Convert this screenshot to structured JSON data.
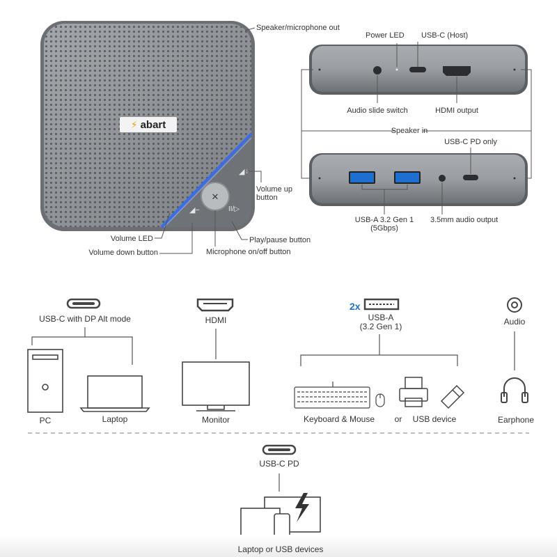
{
  "brand": {
    "name": "abart",
    "mark": "⚡"
  },
  "speaker_labels": {
    "speaker_mic_out": "Speaker/microphone out",
    "volume_up": "Volume up button",
    "volume_led": "Volume LED",
    "volume_down": "Volume down button",
    "play_pause": "Play/pause button",
    "mic_toggle": "Microphone on/off button"
  },
  "dock_labels": {
    "power_led": "Power LED",
    "usbc_host": "USB-C (Host)",
    "audio_switch": "Audio slide switch",
    "hdmi_output": "HDMI output",
    "speaker_in": "Speaker in",
    "usbc_pd_only": "USB-C PD only",
    "usba_line1": "USB-A 3.2 Gen 1",
    "usba_line2": "(5Gbps)",
    "audio_output": "3.5mm audio output"
  },
  "connections": {
    "usbc_dp": "USB-C with DP Alt mode",
    "pc": "PC",
    "laptop": "Laptop",
    "hdmi": "HDMI",
    "monitor": "Monitor",
    "usba_count": "2x",
    "usba": "USB-A",
    "usba_gen": "(3.2 Gen 1)",
    "keyboard_mouse": "Keyboard & Mouse",
    "or": "or",
    "usb_device": "USB device",
    "audio": "Audio",
    "earphone": "Earphone",
    "usbc_pd": "USB-C PD",
    "laptop_usb": "Laptop or USB devices"
  },
  "colors": {
    "device_gray": "#8e9296",
    "device_dark": "#5e6266",
    "led_blue": "#3a6ee8",
    "usb3_blue": "#1e6fd0",
    "line": "#555555",
    "icon": "#444444"
  }
}
